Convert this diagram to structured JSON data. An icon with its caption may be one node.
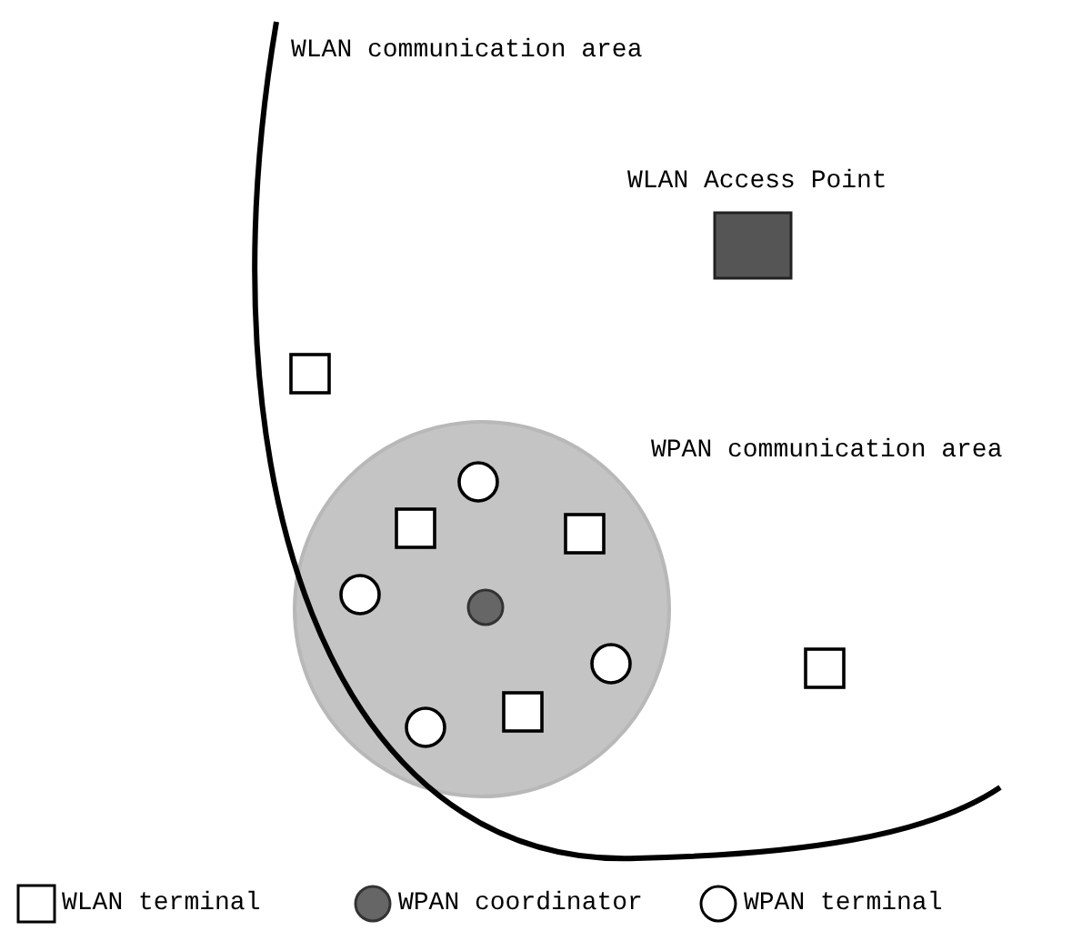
{
  "diagram": {
    "labels": [
      "WLAN communication area",
      "WLAN Access Point",
      "WPAN communication area"
    ],
    "legend": [
      {
        "text": "WLAN terminal"
      },
      {
        "text": "WPAN coordinator"
      },
      {
        "text": "WPAN terminal"
      }
    ]
  }
}
